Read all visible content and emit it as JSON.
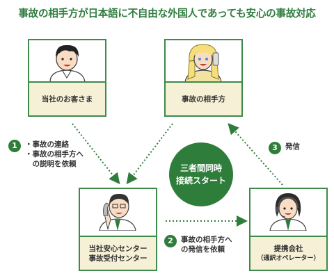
{
  "title": "事故の相手方が日本語に不自由な外国人であっても安心の事故対応",
  "cards": {
    "customer": {
      "label": "当社のお客さま"
    },
    "other_party": {
      "label": "事故の相手方"
    },
    "center": {
      "line1": "当社安心センター",
      "line2": "事故受付センター"
    },
    "partner": {
      "line1": "提携会社",
      "line2": "（通訳オペレーター）"
    }
  },
  "center_circle": {
    "line1": "三者間同時",
    "line2": "接続スタート"
  },
  "steps": [
    {
      "num": "1",
      "lines": [
        "・事故の連絡",
        "・事故の相手方へ",
        "　の説明を依頼"
      ]
    },
    {
      "num": "2",
      "lines": [
        "事故の相手方へ",
        "の発信を依頼"
      ]
    },
    {
      "num": "3",
      "lines": [
        "発信"
      ]
    }
  ],
  "colors": {
    "green": "#2e7d3a",
    "caption_bg": "#f6f1d6"
  }
}
